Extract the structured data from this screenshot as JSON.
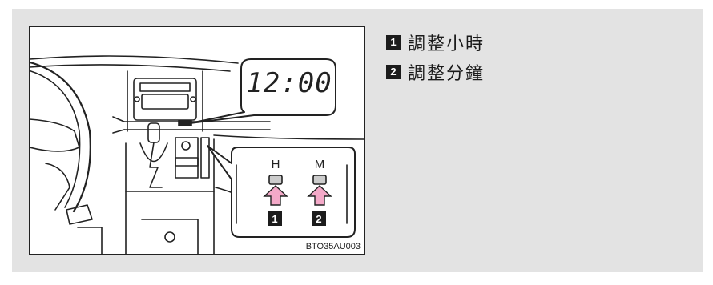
{
  "figure": {
    "clock_display": "12:00",
    "button_h_label": "H",
    "button_m_label": "M",
    "callout_1": "1",
    "callout_2": "2",
    "image_code": "BTO35AU003"
  },
  "legend": {
    "items": [
      {
        "number": "1",
        "text": "調整小時"
      },
      {
        "number": "2",
        "text": "調整分鐘"
      }
    ]
  },
  "colors": {
    "panel_background": "#e3e3e3",
    "arrow_fill": "#f4a9c8",
    "badge_background": "#1c1c1c"
  }
}
